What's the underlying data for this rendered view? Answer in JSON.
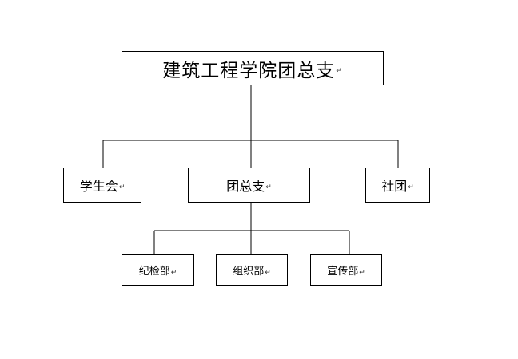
{
  "diagram": {
    "root": {
      "label": "建筑工程学院团总支"
    },
    "level1": [
      {
        "key": "student-union",
        "label": "学生会"
      },
      {
        "key": "youth-league",
        "label": "团总支"
      },
      {
        "key": "clubs",
        "label": "社团"
      }
    ],
    "level2": [
      {
        "key": "discipline",
        "label": "纪检部"
      },
      {
        "key": "organization",
        "label": "组织部"
      },
      {
        "key": "publicity",
        "label": "宣传部"
      }
    ],
    "edges": [
      {
        "from": "建筑工程学院团总支",
        "to": "学生会"
      },
      {
        "from": "建筑工程学院团总支",
        "to": "团总支"
      },
      {
        "from": "建筑工程学院团总支",
        "to": "社团"
      },
      {
        "from": "团总支",
        "to": "纪检部"
      },
      {
        "from": "团总支",
        "to": "组织部"
      },
      {
        "from": "团总支",
        "to": "宣传部"
      }
    ],
    "paragraph_mark": "↵",
    "line_color": "#000000",
    "box_border_color": "#000000"
  }
}
